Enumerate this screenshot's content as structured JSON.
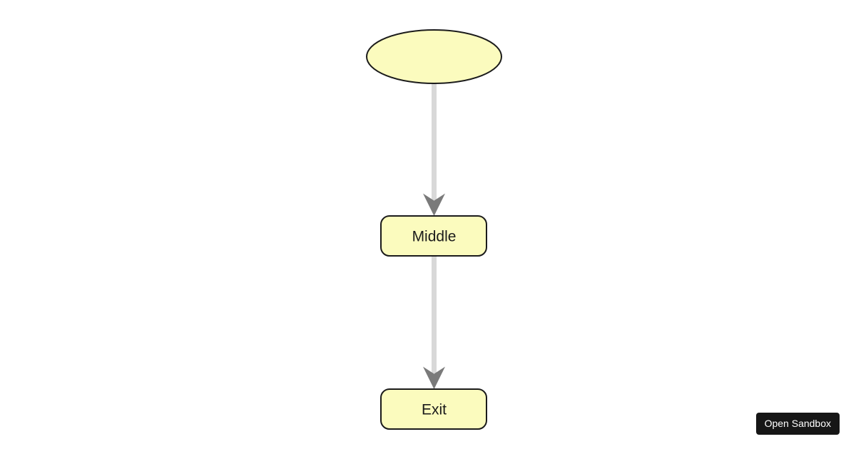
{
  "diagram": {
    "theme": {
      "background": "#ffffff",
      "node_fill": "#fbfbbe",
      "node_border": "#1b1b1b",
      "edge_line_color": "#d8d8d8",
      "arrowhead_color": "#7a7a7a",
      "label_color": "#1b1b1b"
    },
    "nodes": [
      {
        "id": "start",
        "type": "ellipse",
        "label": ""
      },
      {
        "id": "middle",
        "type": "rounded-rect",
        "label": "Middle"
      },
      {
        "id": "exit",
        "type": "rounded-rect",
        "label": "Exit"
      }
    ],
    "edges": [
      {
        "from": "start",
        "to": "middle"
      },
      {
        "from": "middle",
        "to": "exit"
      }
    ]
  },
  "overlay": {
    "open_sandbox_label": "Open Sandbox",
    "button_bg": "#161616",
    "button_text_color": "#ffffff"
  }
}
